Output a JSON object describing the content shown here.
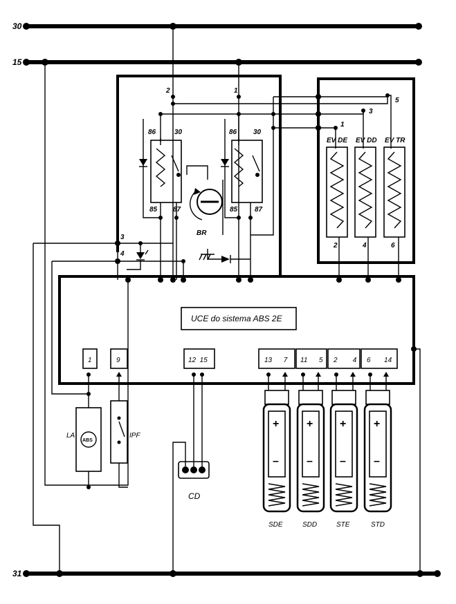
{
  "buses": {
    "b30": "30",
    "b15": "15",
    "b31": "31"
  },
  "ecu": {
    "title": "UCE do sistema ABS 2E",
    "pin_1": "1",
    "pin_9": "9",
    "pin_12_15": "12  15",
    "pin_13_7": "13      7",
    "pin_11_5": "11      5",
    "pin_2_4": "2        4",
    "pin_6_14": "6       14"
  },
  "relays": {
    "pin2": "2",
    "pin1": "1",
    "pin3": "3",
    "pin4": "4",
    "r1_86": "86",
    "r1_30": "30",
    "r1_85": "85",
    "r1_87": "87",
    "r2_86": "86",
    "r2_30": "30",
    "r2_85": "85",
    "r2_87": "87",
    "pump": "BR"
  },
  "valves": {
    "pin1": "1",
    "pin3": "3",
    "pin5": "5",
    "ev_de": "EV DE",
    "ev_dd": "EV DD",
    "ev_tr": "EV TR",
    "pin2": "2",
    "pin4": "4",
    "pin6": "6"
  },
  "components": {
    "lamp": "LA",
    "lamp_text": "ABS",
    "switch": "IPF",
    "connector": "CD"
  },
  "sensors": {
    "sde": "SDE",
    "sdd": "SDD",
    "ste": "STE",
    "std": "STD",
    "plus": "+",
    "minus": "–"
  }
}
